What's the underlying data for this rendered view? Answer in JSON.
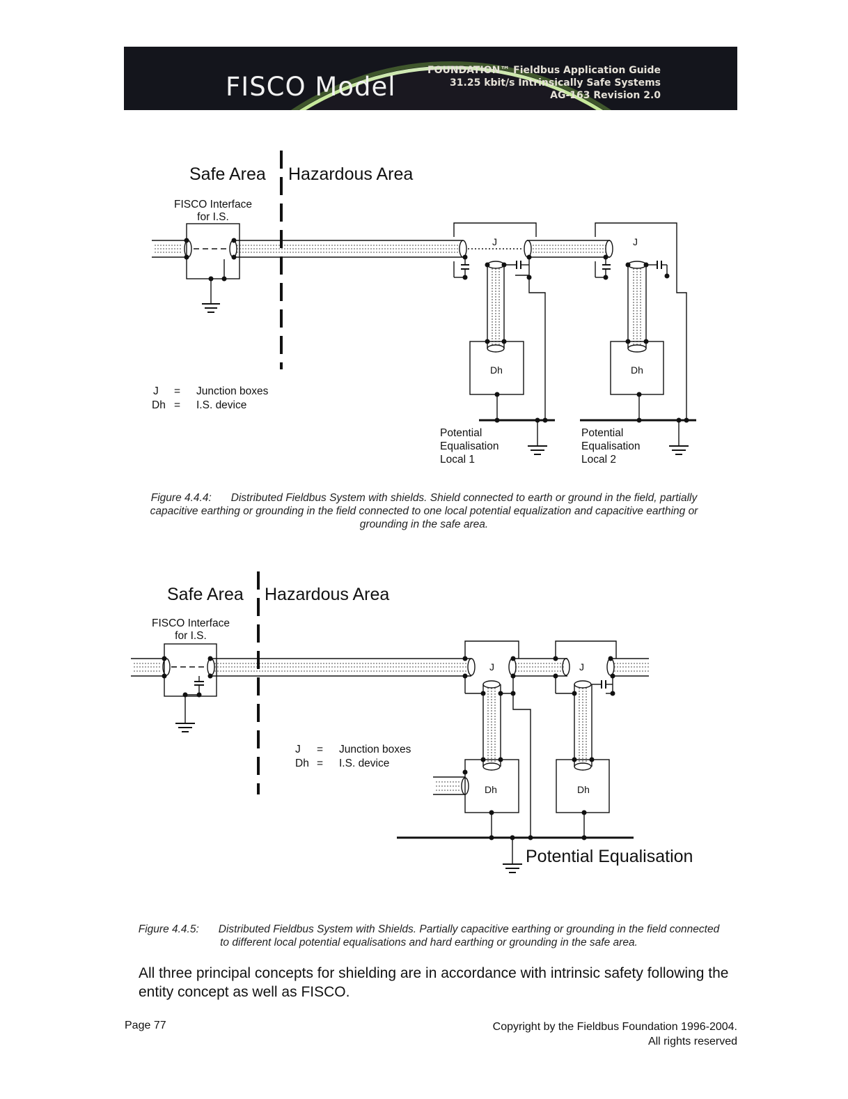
{
  "banner": {
    "title": "FISCO Model",
    "line1": "FOUNDATION™ Fieldbus Application Guide",
    "line2": "31.25 kbit/s Intrinsically Safe Systems",
    "line3": "AG-163 Revision 2.0"
  },
  "figure1": {
    "safe_area": "Safe Area",
    "hazardous_area": "Hazardous Area",
    "interface_line1": "FISCO Interface",
    "interface_line2": "for I.S.",
    "junction_label": "J",
    "device_label": "Dh",
    "legend_j": "J",
    "legend_eq": "=",
    "legend_j_desc": "Junction boxes",
    "legend_dh": "Dh",
    "legend_dh_desc": "I.S. device",
    "pe1_line1": "Potential",
    "pe1_line2": "Equalisation",
    "pe1_line3": "Local 1",
    "pe2_line1": "Potential",
    "pe2_line2": "Equalisation",
    "pe2_line3": "Local 2",
    "caption_label": "Figure 4.4.4:",
    "caption_text": "Distributed Fieldbus System with shields. Shield connected to earth or ground in the field, partially capacitive earthing or grounding in the field connected to one local potential equalization and capacitive earthing or grounding in the safe area."
  },
  "figure2": {
    "safe_area": "Safe Area",
    "hazardous_area": "Hazardous Area",
    "interface_line1": "FISCO Interface",
    "interface_line2": "for I.S.",
    "junction_label": "J",
    "device_label": "Dh",
    "legend_j": "J",
    "legend_eq": "=",
    "legend_j_desc": "Junction boxes",
    "legend_dh": "Dh",
    "legend_dh_desc": "I.S. device",
    "pe_label": "Potential Equalisation",
    "caption_label": "Figure 4.4.5:",
    "caption_text": "Distributed Fieldbus System with Shields. Partially capacitive earthing or grounding in the field connected to different local potential equalisations and hard earthing or grounding in the safe area."
  },
  "body_text": "All three principal concepts for shielding are in accordance with intrinsic safety following the entity concept as well as FISCO.",
  "footer": {
    "page": "Page 77",
    "copyright_line1": "Copyright by the Fieldbus Foundation 1996-2004.",
    "copyright_line2": "All rights reserved"
  }
}
